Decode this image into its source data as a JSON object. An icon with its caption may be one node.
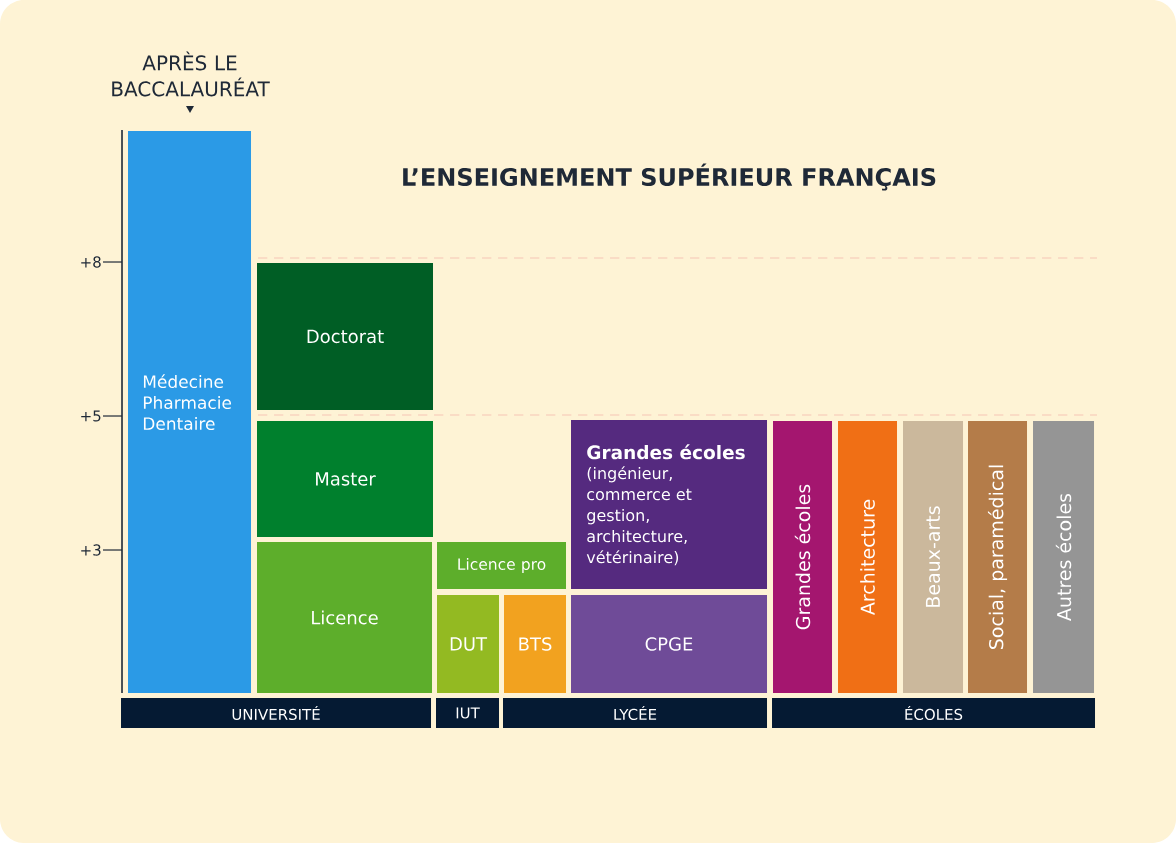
{
  "diagram": {
    "title": "L’ENSEIGNEMENT SUPÉRIEUR FRANÇAIS",
    "nodes": [
      {
        "text": [
          "Médecine Pharmacie Dentaire"
        ]
      },
      {
        "text": [
          "Doctorat"
        ]
      },
      {
        "text": [
          "Master"
        ]
      },
      {
        "text": [
          "Licence"
        ]
      },
      {
        "text": [
          "Licence pro"
        ]
      },
      {
        "text": [
          "DUT"
        ]
      },
      {
        "text": [
          "BTS"
        ]
      },
      {
        "text": [
          "Grandes écoles",
          "(ingénieur, commerce et gestion, architecture, vétérinaire)"
        ]
      },
      {
        "text": [
          "CPGE"
        ]
      },
      {
        "text": [
          "Grandes écoles"
        ]
      },
      {
        "text": [
          "Architecture"
        ]
      },
      {
        "text": [
          "Beaux-arts"
        ]
      },
      {
        "text": [
          "Social, paramédical"
        ]
      },
      {
        "text": [
          "Autres écoles"
        ]
      },
      {
        "text": [
          "UNIVERSITÉ"
        ]
      },
      {
        "text": [
          "IUT"
        ]
      },
      {
        "text": [
          "LYCÉE"
        ]
      },
      {
        "text": [
          "ÉCOLES"
        ]
      }
    ],
    "labels": [
      "APRÈS LE BACCALAURÉAT",
      "+8",
      "+5",
      "+3"
    ]
  }
}
